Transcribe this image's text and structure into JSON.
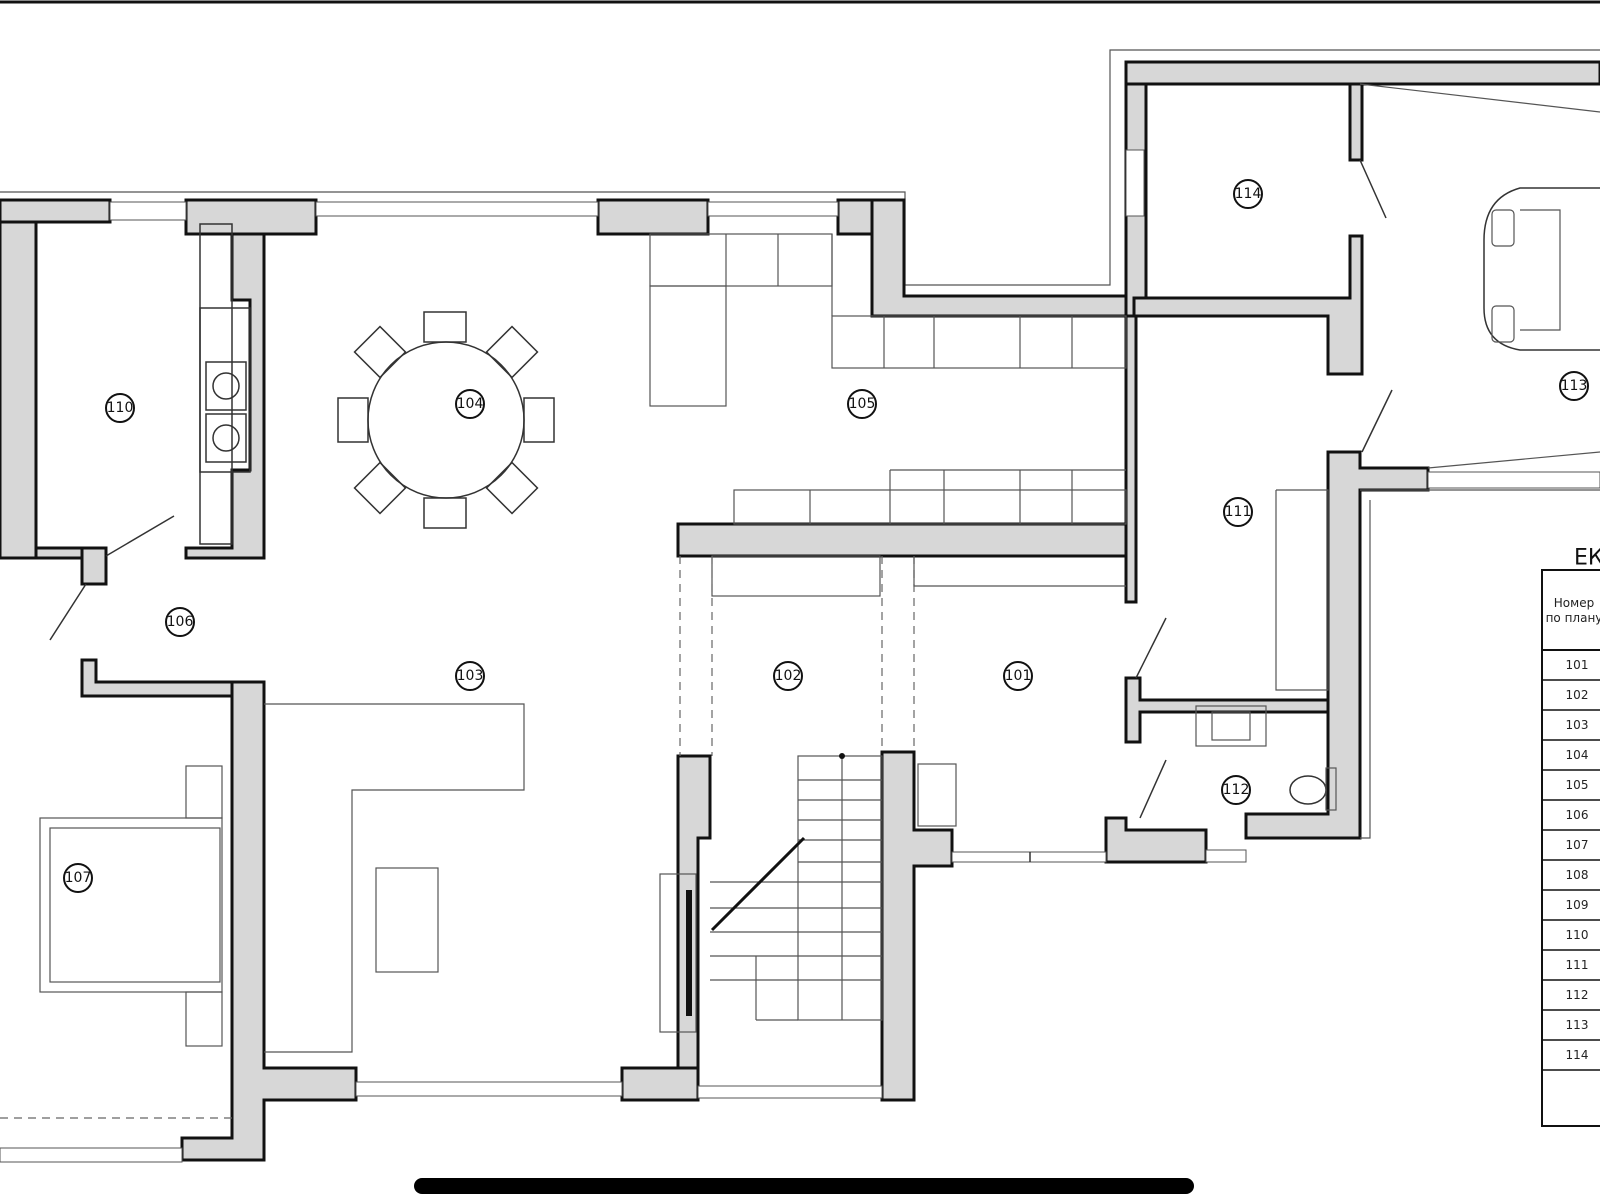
{
  "rooms": [
    {
      "id": "101",
      "label": "101"
    },
    {
      "id": "102",
      "label": "102"
    },
    {
      "id": "103",
      "label": "103"
    },
    {
      "id": "104",
      "label": "104"
    },
    {
      "id": "105",
      "label": "105"
    },
    {
      "id": "106",
      "label": "106"
    },
    {
      "id": "107",
      "label": "107"
    },
    {
      "id": "110",
      "label": "110"
    },
    {
      "id": "111",
      "label": "111"
    },
    {
      "id": "112",
      "label": "112"
    },
    {
      "id": "113",
      "label": "113"
    },
    {
      "id": "114",
      "label": "114"
    }
  ],
  "schedule": {
    "title": "ЕК",
    "header_line1": "Номер",
    "header_line2": "по плану",
    "rows": [
      "101",
      "102",
      "103",
      "104",
      "105",
      "106",
      "107",
      "108",
      "109",
      "110",
      "111",
      "112",
      "113",
      "114"
    ]
  }
}
